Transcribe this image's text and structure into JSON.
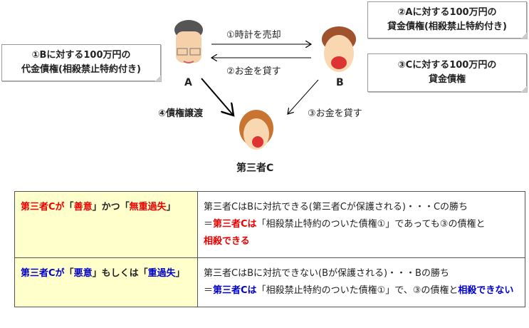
{
  "notes": {
    "a": [
      "①Bに対する100万円の",
      "代金債権(相殺禁止特約付き)"
    ],
    "b1": [
      "②Aに対する100万円の",
      "貸金債権(相殺禁止特約付き)"
    ],
    "b2": [
      "③Cに対する100万円の",
      "貸金債権"
    ]
  },
  "people": {
    "a": "A",
    "b": "B",
    "c": "第三者C"
  },
  "arrows": {
    "sell": "①時計を売却",
    "lend_a": "②お金を貸す",
    "assign": "④債権譲渡",
    "lend_c": "③お金を貸す"
  },
  "table": {
    "row1": {
      "left": [
        "第三者Cが",
        "「",
        "善意",
        "」かつ「",
        "無重過失",
        "」"
      ],
      "right": [
        "第三者CはBに対抗できる(第三者Cが保護される)・・・Cの勝ち",
        "＝",
        "第三者Cは",
        "「相殺禁止特約のついた債権①」であっても③の債権と",
        "相殺できる"
      ]
    },
    "row2": {
      "left": [
        "第三者Cが",
        "「",
        "悪意",
        "」もしくは「",
        "重過失",
        "」"
      ],
      "right": [
        "第三者CはBに対抗できない(Bが保護される)・・・Bの勝ち",
        "＝",
        "第三者Cは",
        "「相殺禁止特約のついた債権①」で、③の債権と",
        "相殺できない"
      ]
    }
  }
}
